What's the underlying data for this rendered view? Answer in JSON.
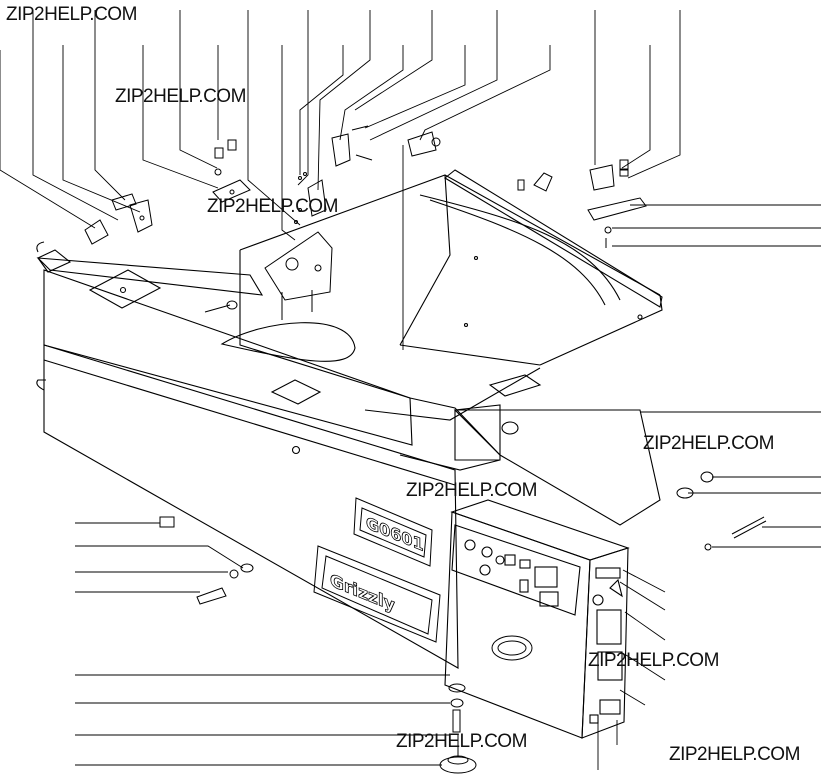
{
  "watermark": "ZIP2HELP.COM",
  "nameplate": {
    "model": "G0601"
  },
  "logo_plate": {
    "brand": "Grizzly"
  },
  "colors": {
    "line": "#000000",
    "background": "#ffffff",
    "watermark": "#111111"
  }
}
